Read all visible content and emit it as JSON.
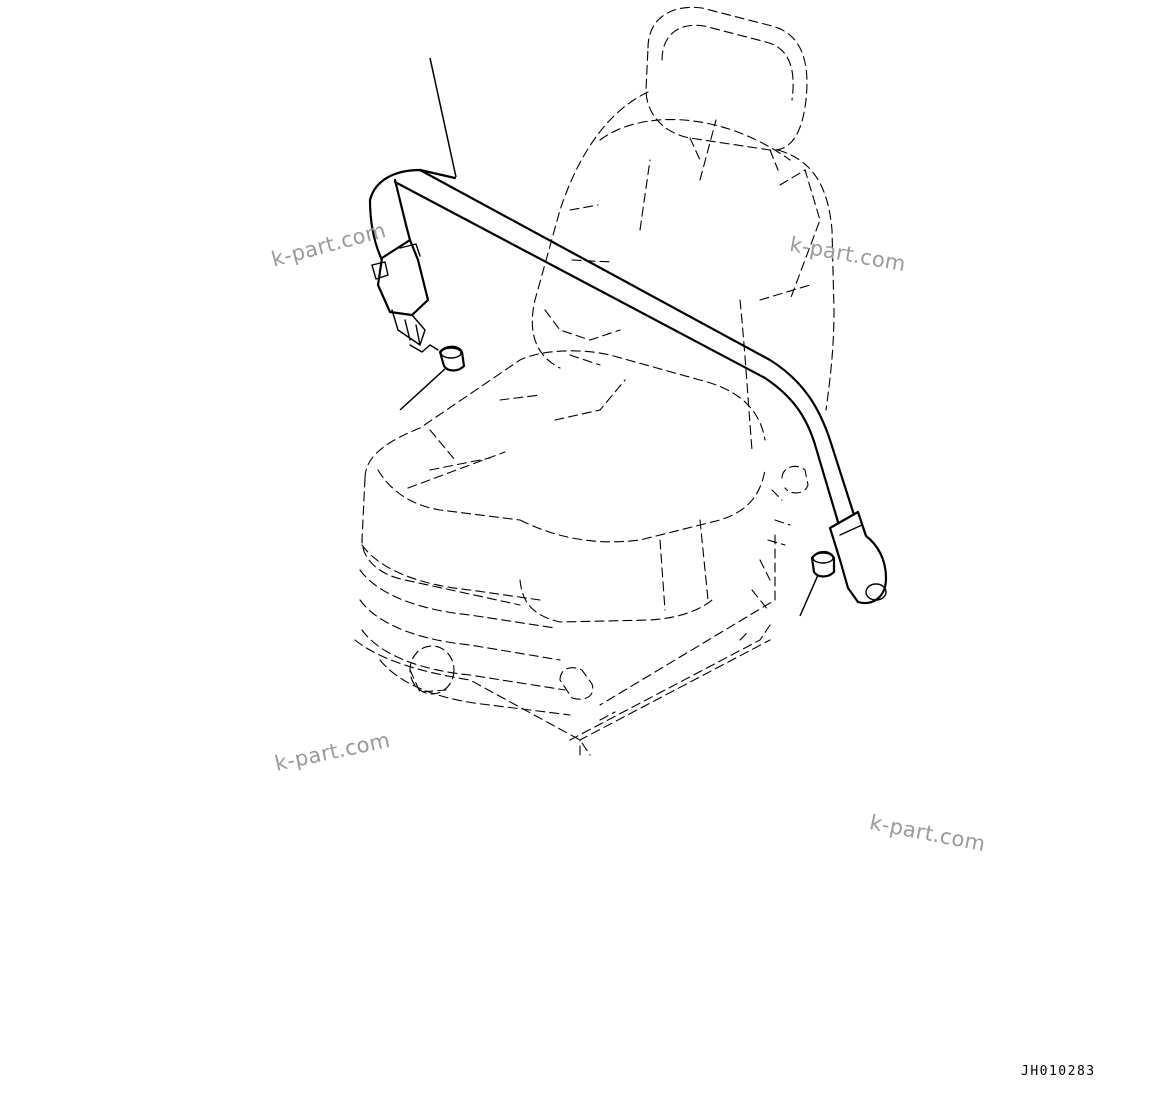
{
  "diagram": {
    "drawing_code": "JH010283",
    "watermarks": [
      "k-part.com",
      "k-part.com",
      "k-part.com",
      "k-part.com"
    ],
    "parts": {
      "seat": "seat-outline",
      "belt": "seat-belt",
      "buckle": "belt-buckle",
      "spacer_left": "spacer-collar",
      "spacer_right": "spacer-collar",
      "anchor": "belt-anchor"
    }
  }
}
